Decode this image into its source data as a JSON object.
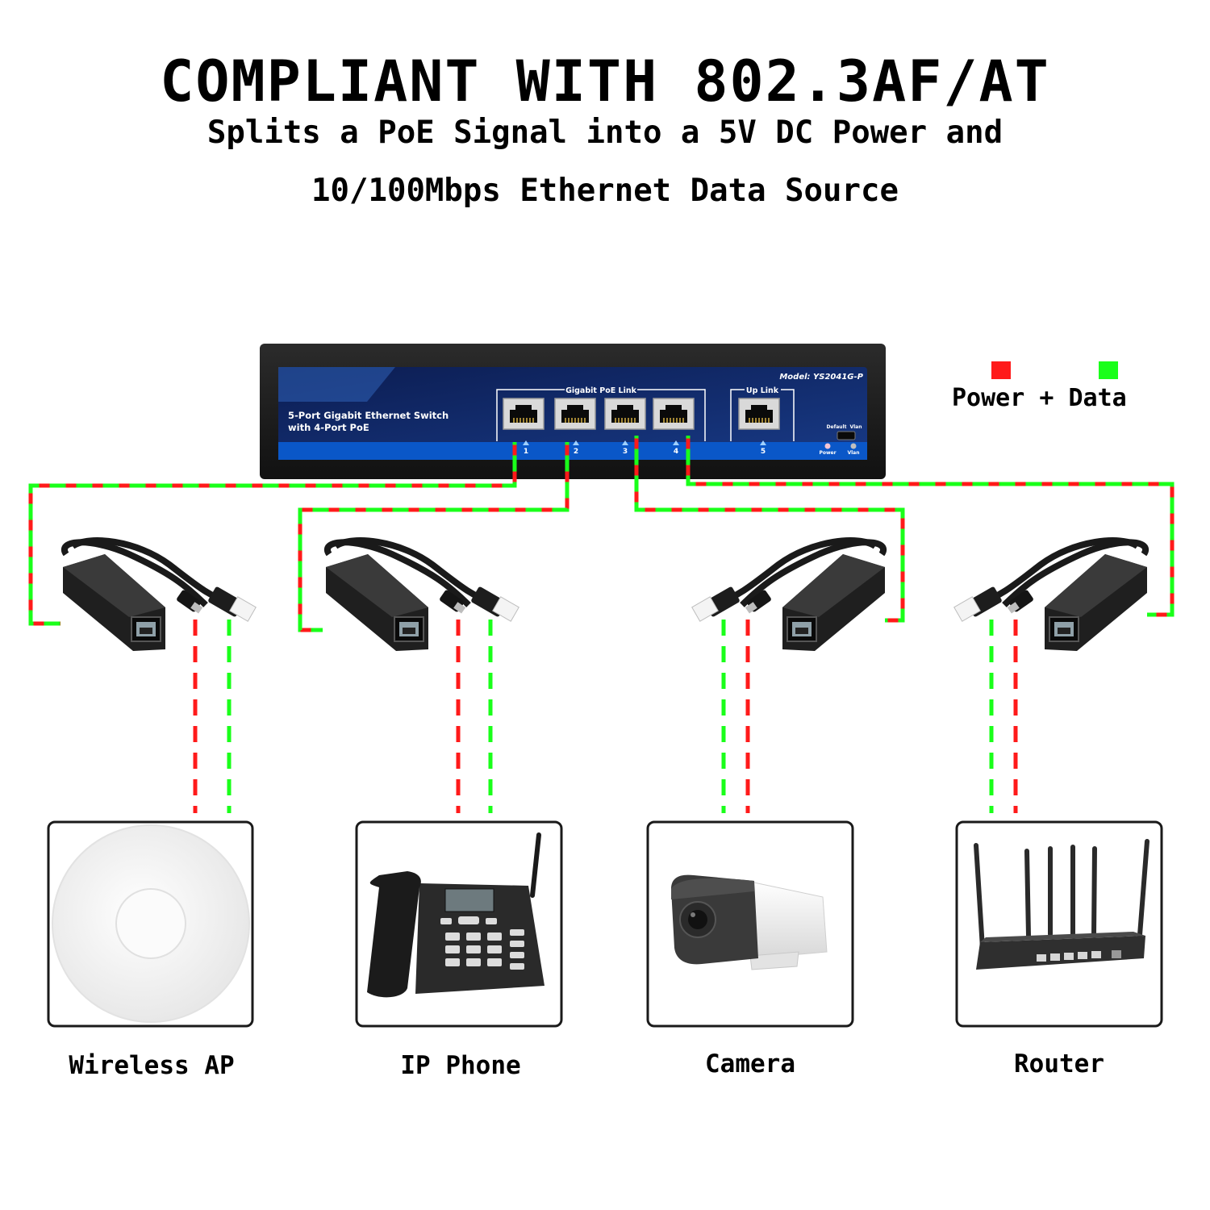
{
  "header": {
    "title": "COMPLIANT WITH 802.3AF/AT",
    "subtitle_line1": "Splits a PoE Signal into a 5V DC Power and",
    "subtitle_line2": "10/100Mbps Ethernet Data Source"
  },
  "legend": {
    "text": "Power + Data",
    "power_color": "#ff1a1a",
    "data_color": "#1aff1a"
  },
  "switch": {
    "model": "Model: YS2041G-P",
    "description_line1": "5-Port Gigabit Ethernet Switch",
    "description_line2": "with 4-Port PoE",
    "poe_group_label": "Gigabit PoE Link",
    "uplink_label": "Up Link",
    "port_numbers": [
      "1",
      "2",
      "3",
      "4",
      "5"
    ],
    "default_label": "Default",
    "vlan_label": "Vlan",
    "power_led_label": "Power",
    "vlan_led_label": "Vlan"
  },
  "devices": [
    {
      "label": "Wireless AP",
      "icon": "wireless-ap-icon"
    },
    {
      "label": "IP Phone",
      "icon": "ip-phone-icon"
    },
    {
      "label": "Camera",
      "icon": "camera-icon"
    },
    {
      "label": "Router",
      "icon": "router-icon"
    }
  ],
  "splitter_icon": "poe-splitter-icon"
}
